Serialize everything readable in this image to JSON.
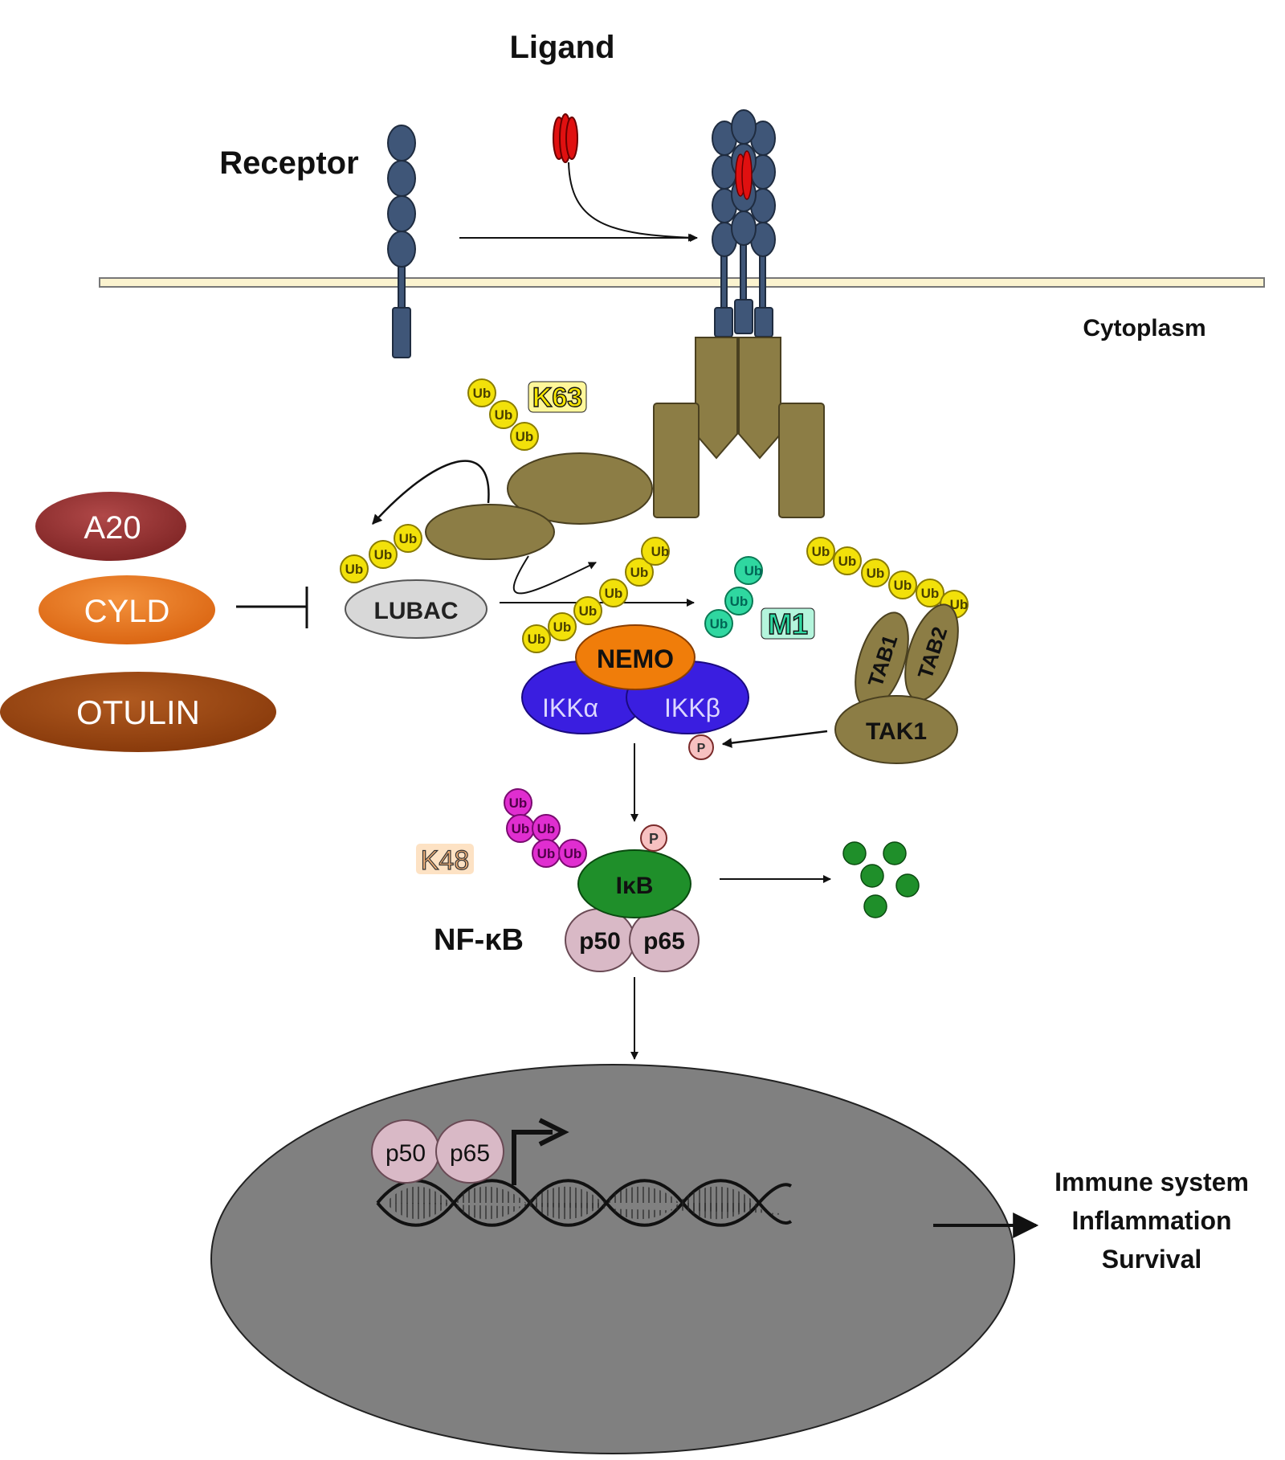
{
  "labels": {
    "ligand": "Ligand",
    "receptor": "Receptor",
    "cytoplasm": "Cytoplasm",
    "k63": "K63",
    "k48": "K48",
    "m1": "M1",
    "lubac": "LUBAC",
    "nemo": "NEMO",
    "ikk_alpha": "IKKα",
    "ikk_beta": "IKKβ",
    "tab1": "TAB1",
    "tab2": "TAB2",
    "tak1": "TAK1",
    "ikb": "IκB",
    "nfkb": "NF-κB",
    "p50": "p50",
    "p65": "p65",
    "p": "P",
    "ub": "Ub"
  },
  "inhibitors": [
    "A20",
    "CYLD",
    "OTULIN"
  ],
  "outcomes": [
    "Immune system",
    "Inflammation",
    "Survival"
  ],
  "colors": {
    "receptor": "#3f5678",
    "ligand": "#e01010",
    "adaptor": "#8c7d45",
    "ub_k63": "#f2e10a",
    "ub_m1": "#2fd7a0",
    "ub_k48": "#e02ed0",
    "nemo": "#f07d0a",
    "ikk": "#3a1ee0",
    "ikb": "#1f8f2a",
    "p_sub": "#d9b9c6",
    "nucleus": "#808080",
    "a20": "#963232",
    "cyld": "#e8721a",
    "otulin": "#9a4410"
  }
}
